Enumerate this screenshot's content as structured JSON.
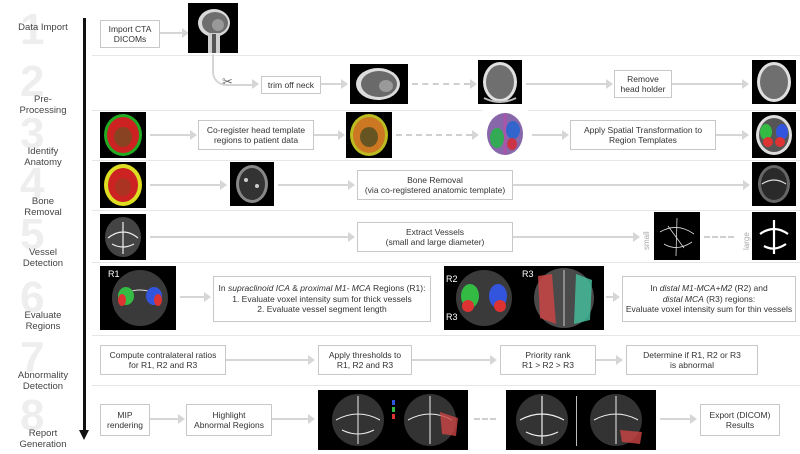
{
  "stages": [
    {
      "num": "1",
      "label": "Data Import"
    },
    {
      "num": "2",
      "label": "Pre-\nProcessing"
    },
    {
      "num": "3",
      "label": "Identify\nAnatomy"
    },
    {
      "num": "4",
      "label": "Bone\nRemoval"
    },
    {
      "num": "5",
      "label": "Vessel\nDetection"
    },
    {
      "num": "6",
      "label": "Evaluate\nRegions"
    },
    {
      "num": "7",
      "label": "Abnormality\nDetection"
    },
    {
      "num": "8",
      "label": "Report\nGeneration"
    }
  ],
  "boxes": {
    "import": "Import CTA\nDICOMs",
    "trim": "trim off neck",
    "remove_holder": "Remove\nhead holder",
    "coregister": "Co-register head template\nregions to patient data",
    "apply_spatial": "Apply Spatial Transformation to\nRegion Templates",
    "bone_removal": "Bone Removal\n(via co-registered anatomic template)",
    "extract_vessels": "Extract Vessels\n(small and large diameter)",
    "eval_r1_line1_a": "In ",
    "eval_r1_line1_b": "supraclinoid ICA",
    "eval_r1_line1_c": " & ",
    "eval_r1_line1_d": "proximal M1- MCA",
    "eval_r1_line1_e": " Regions (R1):",
    "eval_r1_line2": "1. Evaluate voxel intensity sum for thick vessels",
    "eval_r1_line3": "2. Evaluate vessel segment length",
    "eval_r2_line1_a": "In ",
    "eval_r2_line1_b": "distal M1-MCA+M2",
    "eval_r2_line1_c": " (R2) and",
    "eval_r2_line2_a": "distal MCA",
    "eval_r2_line2_b": " (R3) regions:",
    "eval_r2_line3": "Evaluate voxel intensity sum for thin vessels",
    "contralateral": "Compute contralateral ratios\nfor R1, R2 and R3",
    "thresholds": "Apply thresholds to\nR1, R2 and R3",
    "priority": "Priority rank\nR1 > R2 > R3",
    "determine": "Determine if R1, R2 or R3\nis abnormal",
    "mip": "MIP\nrendering",
    "highlight": "Highlight\nAbnormal Regions",
    "export": "Export (DICOM)\nResults"
  },
  "image_labels": {
    "r1": "R1",
    "r2": "R2",
    "r3a": "R3",
    "r3b": "R3",
    "small": "small",
    "large": "large"
  },
  "icons": {
    "trim": "scissors-icon"
  }
}
